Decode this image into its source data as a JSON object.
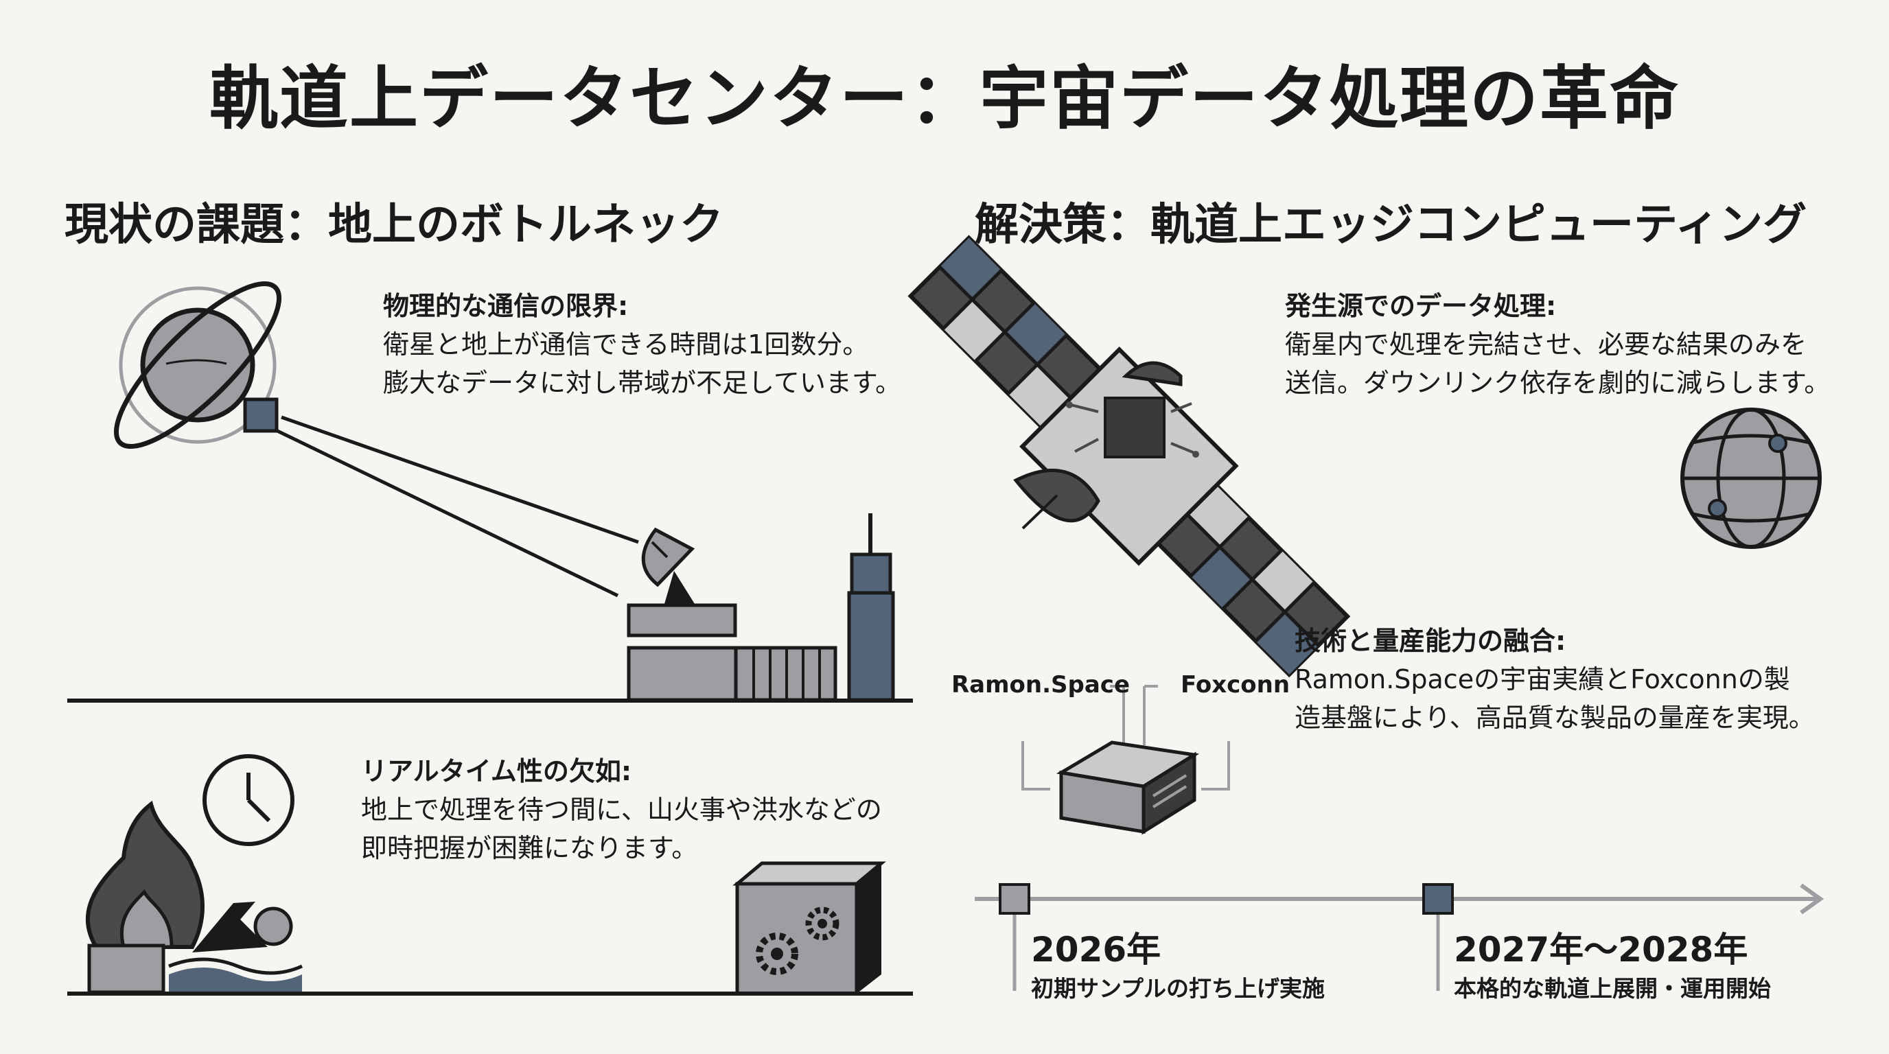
{
  "title": "軌道上データセンター：宇宙データ処理の革命",
  "left": {
    "heading": "現状の課題：地上のボトルネック",
    "block1": {
      "heading": "物理的な通信の限界:",
      "lines": [
        "衛星と地上が通信できる時間は1回数分。",
        "膨大なデータに対し帯域が不足しています。"
      ]
    },
    "block2": {
      "heading": "リアルタイム性の欠如:",
      "lines": [
        "地上で処理を待つ間に、山火事や洪水などの",
        "即時把握が困難になります。"
      ]
    }
  },
  "right": {
    "heading": "解決策：軌道上エッジコンピューティング",
    "block1": {
      "heading": "発生源でのデータ処理:",
      "lines": [
        "衛星内で処理を完結させ、必要な結果のみを",
        "送信。ダウンリンク依存を劇的に減らします。"
      ]
    },
    "block2": {
      "heading": "技術と量産能力の融合:",
      "lines": [
        "Ramon.Spaceの宇宙実績とFoxconnの製",
        "造基盤により、高品質な製品の量産を実現。"
      ]
    },
    "partners": {
      "left": "Ramon.Space",
      "right": "Foxconn"
    },
    "timeline": [
      {
        "year": "2026年",
        "label": "初期サンプルの打ち上げ実施"
      },
      {
        "year": "2027年〜2028年",
        "label": "本格的な軌道上展開・運用開始"
      }
    ]
  },
  "colors": {
    "dark": "#1a1a1a",
    "gray": "#9d9ea1",
    "light": "#c9cacc",
    "blue": "#536378",
    "background": "#f5f5f2"
  },
  "icons": [
    "planet-icon",
    "satellite-icon",
    "dish-antenna-icon",
    "building-icon",
    "clock-icon",
    "fire-icon",
    "swimmer-icon",
    "server-box-icon",
    "gear-icon",
    "chip-icon",
    "globe-icon",
    "hardware-box-icon"
  ]
}
